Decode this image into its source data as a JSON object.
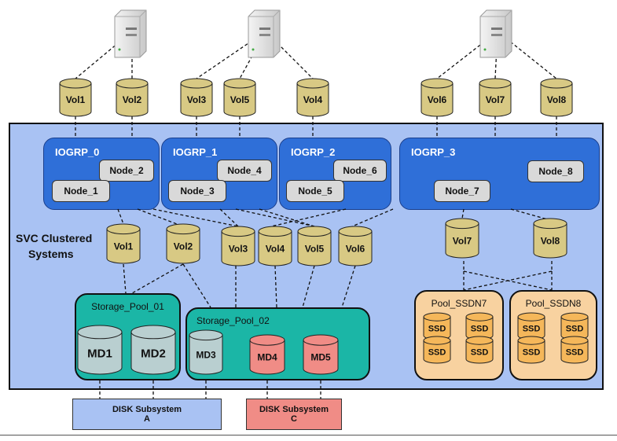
{
  "svc": {
    "label_line1": "SVC Clustered",
    "label_line2": "Systems"
  },
  "top_volumes": [
    "Vol1",
    "Vol2",
    "Vol3",
    "Vol5",
    "Vol4",
    "Vol6",
    "Vol7",
    "Vol8"
  ],
  "iogroups": [
    {
      "name": "IOGRP_0",
      "nodes": [
        "Node_2",
        "Node_1"
      ]
    },
    {
      "name": "IOGRP_1",
      "nodes": [
        "Node_4",
        "Node_3"
      ]
    },
    {
      "name": "IOGRP_2",
      "nodes": [
        "Node_6",
        "Node_5"
      ]
    },
    {
      "name": "IOGRP_3",
      "nodes": [
        "Node_8",
        "Node_7"
      ]
    }
  ],
  "mid_volumes": [
    "Vol1",
    "Vol2",
    "Vol3",
    "Vol4",
    "Vol5",
    "Vol6",
    "Vol7",
    "Vol8"
  ],
  "pools": {
    "pool1": {
      "name": "Storage_Pool_01",
      "disks": [
        "MD1",
        "MD2"
      ]
    },
    "pool2": {
      "name": "Storage_Pool_02",
      "disks": [
        "MD3",
        "MD4",
        "MD5"
      ]
    },
    "ssdn7": {
      "name": "Pool_SSDN7",
      "disk_label": "SSD"
    },
    "ssdn8": {
      "name": "Pool_SSDN8",
      "disk_label": "SSD"
    }
  },
  "subsystems": {
    "a": {
      "line1": "DISK Subsystem",
      "line2": "A"
    },
    "c": {
      "line1": "DISK Subsystem",
      "line2": "C"
    }
  },
  "colors": {
    "svc_background": "#a9c2f3",
    "iogroup": "#2f6fd8",
    "volume": "#d8c984",
    "teal_pool": "#1bb6a6",
    "ssd_pool": "#f8d2a0",
    "ssd_disk": "#f5b75a",
    "gray_disk": "#b9cfd0",
    "red_disk": "#f08c86"
  }
}
